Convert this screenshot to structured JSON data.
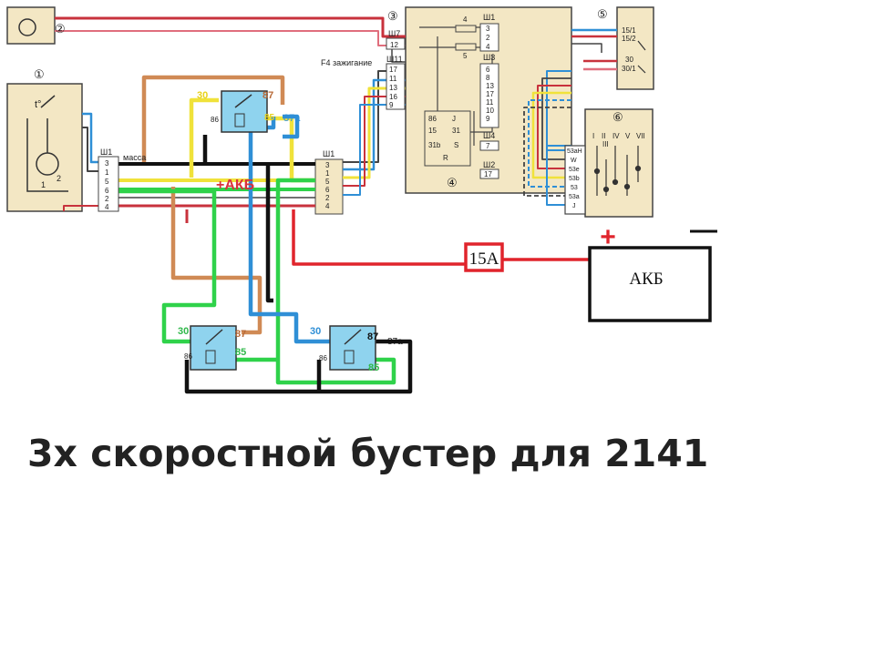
{
  "title": "3х скоростной бустер для 2141",
  "colors": {
    "paper": "#f3e7c4",
    "red": "#c8323c",
    "pink": "#e06e7d",
    "blue": "#2f8fd6",
    "yellow": "#f0e23a",
    "green": "#2fd24a",
    "brown": "#d08a55",
    "black": "#111111",
    "relay": "#8fd3ee",
    "battery_red": "#e0242c"
  },
  "components": {
    "motor": {
      "number": "①",
      "connector": "Ш1",
      "massa_label": "масса",
      "pins": [
        "3",
        "1",
        "5",
        "6",
        "2",
        "4"
      ],
      "sub_pins": [
        "1",
        "2"
      ],
      "temp_label": "t°"
    },
    "washer": {
      "number": "②"
    },
    "mount_block": {
      "number": "③",
      "sub_number": "④",
      "connector_top": "Ш1",
      "connector_w7": "Ш7",
      "connector_w11": "Ш11",
      "connector_w3": "Ш3",
      "connector_w4": "Ш4",
      "connector_w2": "Ш2",
      "f4_label": "F4 зажигание",
      "fuse_labels": [
        "4",
        "5"
      ],
      "top_pins": [
        "3",
        "2",
        "4"
      ],
      "w7_pin": "12",
      "left_pins": [
        "17",
        "11",
        "13",
        "16",
        "9"
      ],
      "right_pins": [
        "6",
        "8",
        "13",
        "17",
        "11",
        "10",
        "9"
      ],
      "w4_pin": "7",
      "w2_pin": "17",
      "relay_pins": [
        "86",
        "15",
        "31b",
        "J",
        "31",
        "S",
        "R"
      ]
    },
    "ignition_switch": {
      "number": "⑤",
      "pins": [
        "15/1",
        "15/2",
        "30",
        "30/1"
      ]
    },
    "steering_switch": {
      "number": "⑥",
      "positions": [
        "I",
        "II",
        "IV",
        "V",
        "VII",
        "III"
      ],
      "pins": [
        "53aH",
        "W",
        "53e",
        "53b",
        "53",
        "53a",
        "J"
      ]
    },
    "center_connector": {
      "connector": "Ш1",
      "pins": [
        "3",
        "1",
        "5",
        "6",
        "2",
        "4"
      ]
    }
  },
  "relays": {
    "top": {
      "pin_30": "30",
      "pin_87": "87",
      "pin_86": "86",
      "pin_85": "85",
      "pin_87a": "87a"
    },
    "bottom_left": {
      "pin_30": "30",
      "pin_87": "87",
      "pin_86": "86",
      "pin_85": "85"
    },
    "bottom_right": {
      "pin_30": "30",
      "pin_87": "87",
      "pin_86": "86",
      "pin_85": "85",
      "pin_87a": "87a"
    }
  },
  "akb_plus_label": "+АКБ",
  "fuse_label": "15А",
  "battery": {
    "label": "АКБ",
    "plus": "+",
    "minus": "—"
  }
}
